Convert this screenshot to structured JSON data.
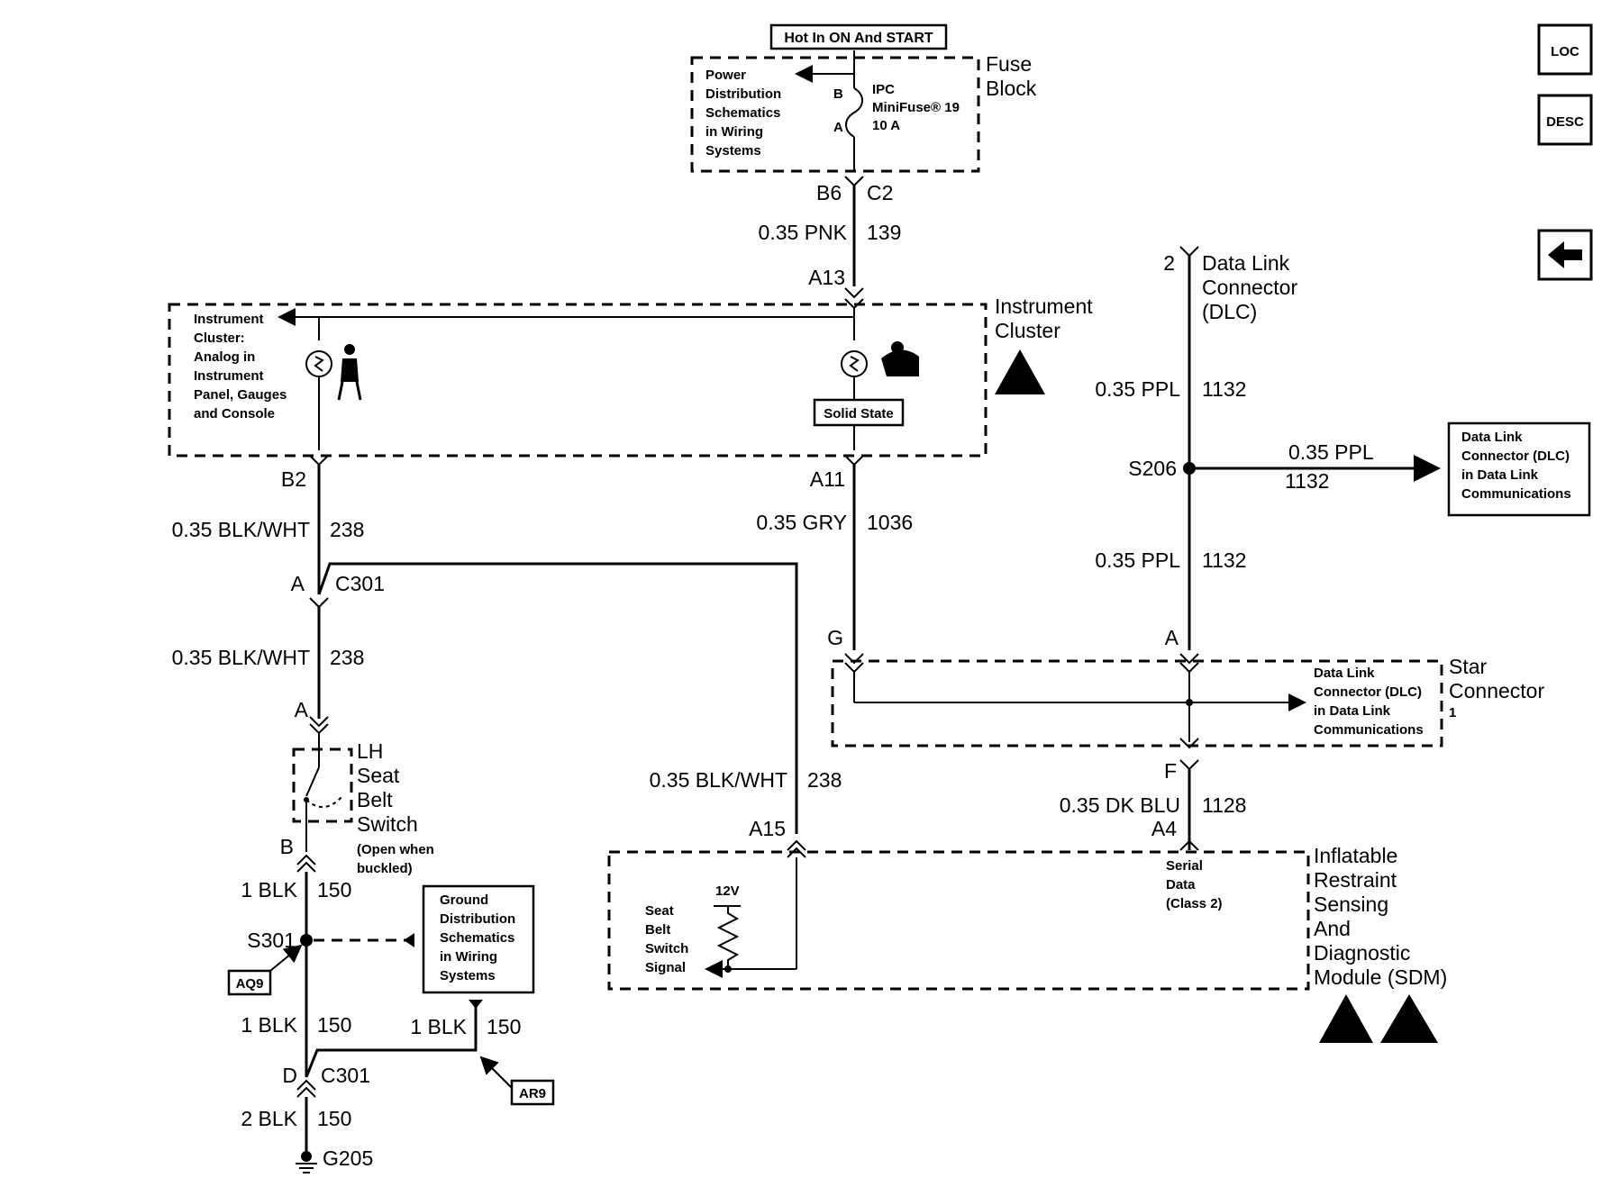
{
  "header": {
    "power_label": "Hot In ON And START"
  },
  "fuse_block": {
    "title_line1": "Fuse",
    "title_line2": "Block",
    "note_lines": [
      "Power",
      "Distribution",
      "Schematics",
      "in Wiring",
      "Systems"
    ],
    "fuse_lines": [
      "IPC",
      "MiniFuse® 19",
      "10 A"
    ],
    "pin_b": "B",
    "pin_a": "A"
  },
  "connectors": {
    "b6": "B6",
    "c2": "C2",
    "a13": "A13",
    "b2": "B2",
    "a11": "A11",
    "a": "A",
    "c301": "C301",
    "a15": "A15",
    "g": "G",
    "f": "F",
    "a4": "A4",
    "b": "B",
    "d": "D",
    "c301_lower": "C301",
    "star_a": "A",
    "dlc_pin": "2"
  },
  "wires": {
    "pnk_gauge": "0.35 PNK",
    "pnk_circuit": "139",
    "blkwht1_gauge": "0.35 BLK/WHT",
    "blkwht1_circuit": "238",
    "blkwht2_gauge": "0.35 BLK/WHT",
    "blkwht2_circuit": "238",
    "blkwht3_gauge": "0.35 BLK/WHT",
    "blkwht3_circuit": "238",
    "gry_gauge": "0.35 GRY",
    "gry_circuit": "1036",
    "ppl1_gauge": "0.35 PPL",
    "ppl1_circuit": "1132",
    "ppl2_gauge": "0.35 PPL",
    "ppl2_circuit": "1132",
    "ppl3_gauge": "0.35 PPL",
    "ppl3_circuit": "1132",
    "dkblu_gauge": "0.35 DK BLU",
    "dkblu_circuit": "1128",
    "blk1_gauge": "1 BLK",
    "blk1_circuit": "150",
    "blk2_gauge": "1 BLK",
    "blk2_circuit": "150",
    "blk3_gauge": "1 BLK",
    "blk3_circuit": "150",
    "blk4_gauge": "2 BLK",
    "blk4_circuit": "150"
  },
  "instrument_cluster": {
    "title_line1": "Instrument",
    "title_line2": "Cluster",
    "note_lines": [
      "Instrument",
      "Cluster:",
      "Analog in",
      "Instrument",
      "Panel, Gauges",
      "and Console"
    ],
    "solid_state": "Solid State"
  },
  "dlc": {
    "title_lines": [
      "Data Link",
      "Connector",
      "(DLC)"
    ],
    "ref_lines": [
      "Data Link",
      "Connector (DLC)",
      "in Data Link",
      "Communications"
    ]
  },
  "splices": {
    "s206": "S206",
    "s301": "S301"
  },
  "star_connector": {
    "title_lines": [
      "Star",
      "Connector",
      "1"
    ],
    "note_lines": [
      "Data Link",
      "Connector (DLC)",
      "in Data Link",
      "Communications"
    ]
  },
  "seat_belt_switch": {
    "title_lines": [
      "LH",
      "Seat",
      "Belt",
      "Switch"
    ],
    "note_lines": [
      "(Open when",
      "buckled)"
    ]
  },
  "sdm": {
    "title_lines": [
      "Inflatable",
      "Restraint",
      "Sensing",
      "And",
      "Diagnostic",
      "Module (SDM)"
    ],
    "serial_lines": [
      "Serial",
      "Data",
      "(Class 2)"
    ],
    "signal_lines": [
      "Seat",
      "Belt",
      "Switch",
      "Signal"
    ],
    "voltage": "12V"
  },
  "ground": {
    "ref_lines": [
      "Ground",
      "Distribution",
      "Schematics",
      "in Wiring",
      "Systems"
    ],
    "g205": "G205",
    "aq9": "AQ9",
    "ar9": "AR9"
  },
  "nav": {
    "loc_label": "LOC",
    "desc_label": "DESC",
    "back_icon": "left-arrow-icon"
  }
}
